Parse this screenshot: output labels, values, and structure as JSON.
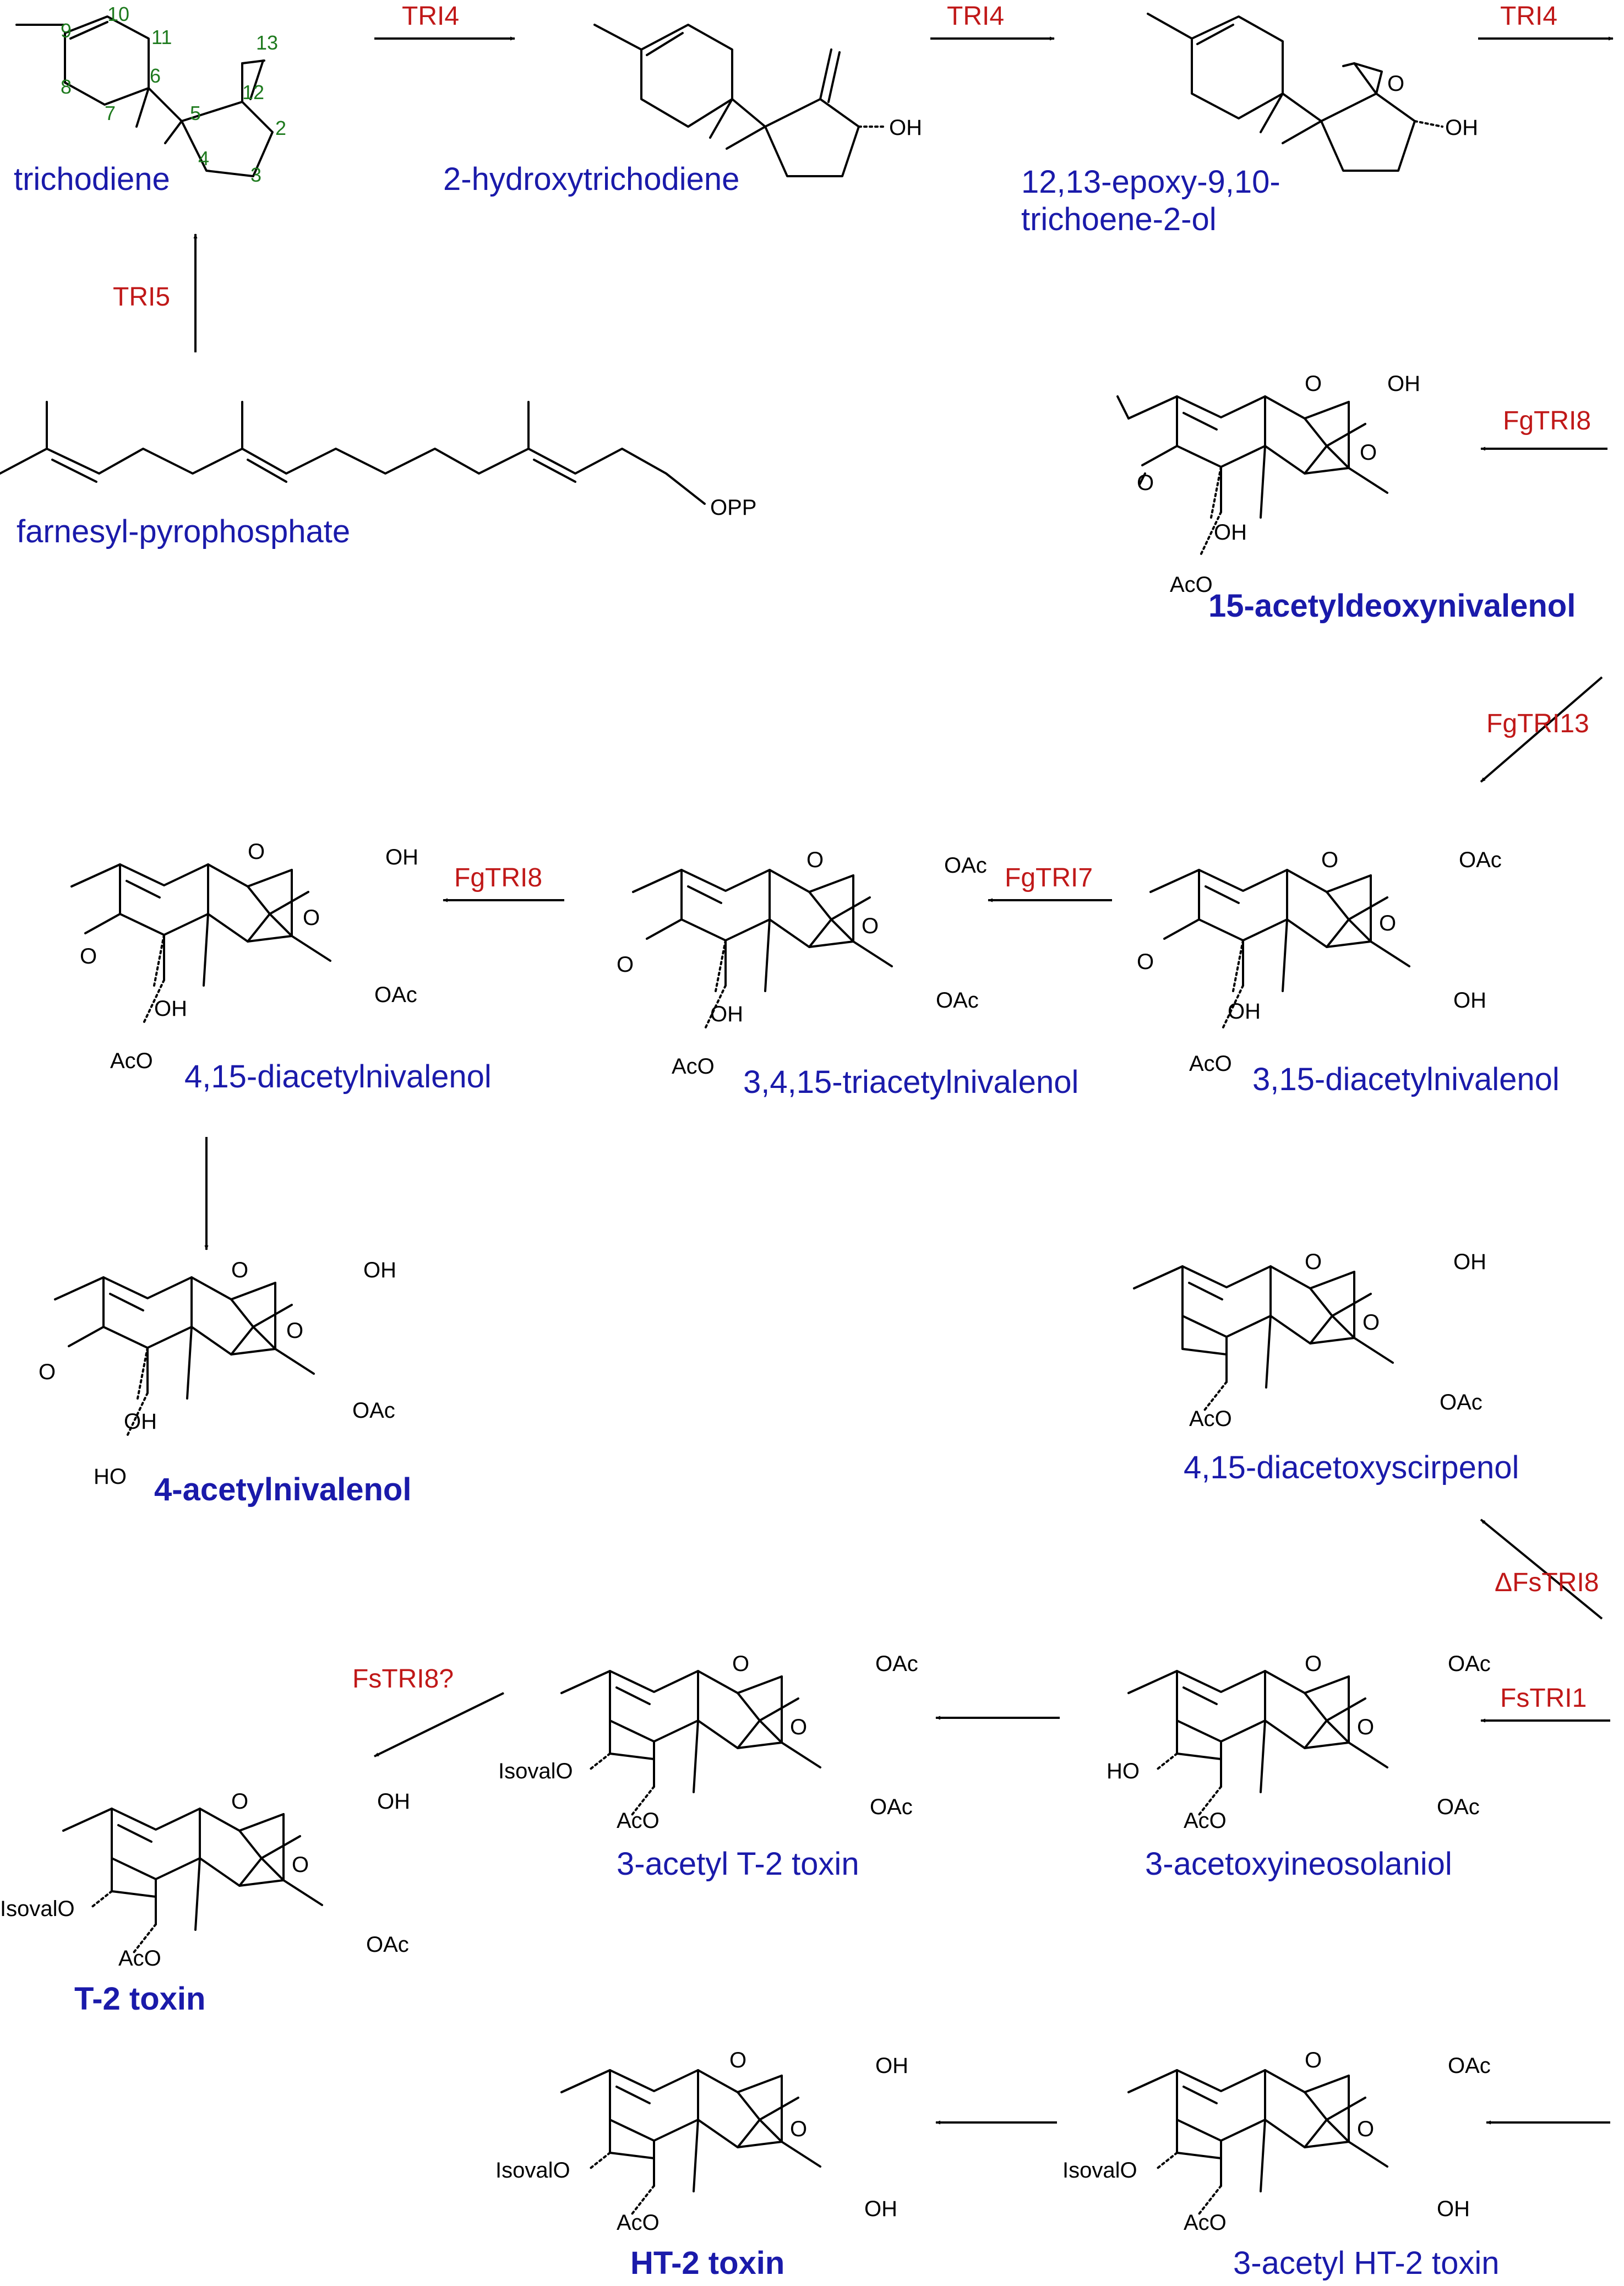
{
  "colors": {
    "compound": "#1a1aaa",
    "enzyme": "#c01818",
    "atom_number": "#1e7a1e",
    "bond": "#000000"
  },
  "compounds": {
    "trichodiene": "trichodiene",
    "hydroxytrichodiene": "2-hydroxytrichodiene",
    "epoxytrichoene_line1": "12,13-epoxy-9,10-",
    "epoxytrichoene_line2": "trichoene-2-ol",
    "fpp": "farnesyl-pyrophosphate",
    "adon15": "15-acetyldeoxynivalenol",
    "diacetylniv_4_15": "4,15-diacetylnivalenol",
    "triacetylniv": "3,4,15-triacetylnivalenol",
    "diacetylniv_3_15": "3,15-diacetylnivalenol",
    "acetylniv4": "4-acetylnivalenol",
    "das": "4,15-diacetoxyscirpenol",
    "acetyl_t2": "3-acetyl T-2 toxin",
    "acetoxyneosolaniol": "3-acetoxyineosolaniol",
    "t2": "T-2 toxin",
    "ht2": "HT-2 toxin",
    "acetyl_ht2": "3-acetyl HT-2 toxin"
  },
  "enzymes": {
    "tri4_a": "TRI4",
    "tri4_b": "TRI4",
    "tri4_c": "TRI4",
    "tri5": "TRI5",
    "fgtri8_a": "FgTRI8",
    "fgtri13": "FgTRI13",
    "fgtri7": "FgTRI7",
    "fgtri8_b": "FgTRI8",
    "fstri8_del": "ΔFsTRI8",
    "fstri1": "FsTRI1",
    "fstri8q": "FsTRI8?"
  },
  "atom_numbers": [
    "9",
    "10",
    "11",
    "8",
    "6",
    "7",
    "5",
    "4",
    "3",
    "2",
    "12",
    "13"
  ],
  "groups": {
    "oh": "OH",
    "opp": "OPP",
    "oac": "OAc",
    "aco": "AcO",
    "ho": "HO",
    "o": "O",
    "isovalo": "IsovalO"
  }
}
